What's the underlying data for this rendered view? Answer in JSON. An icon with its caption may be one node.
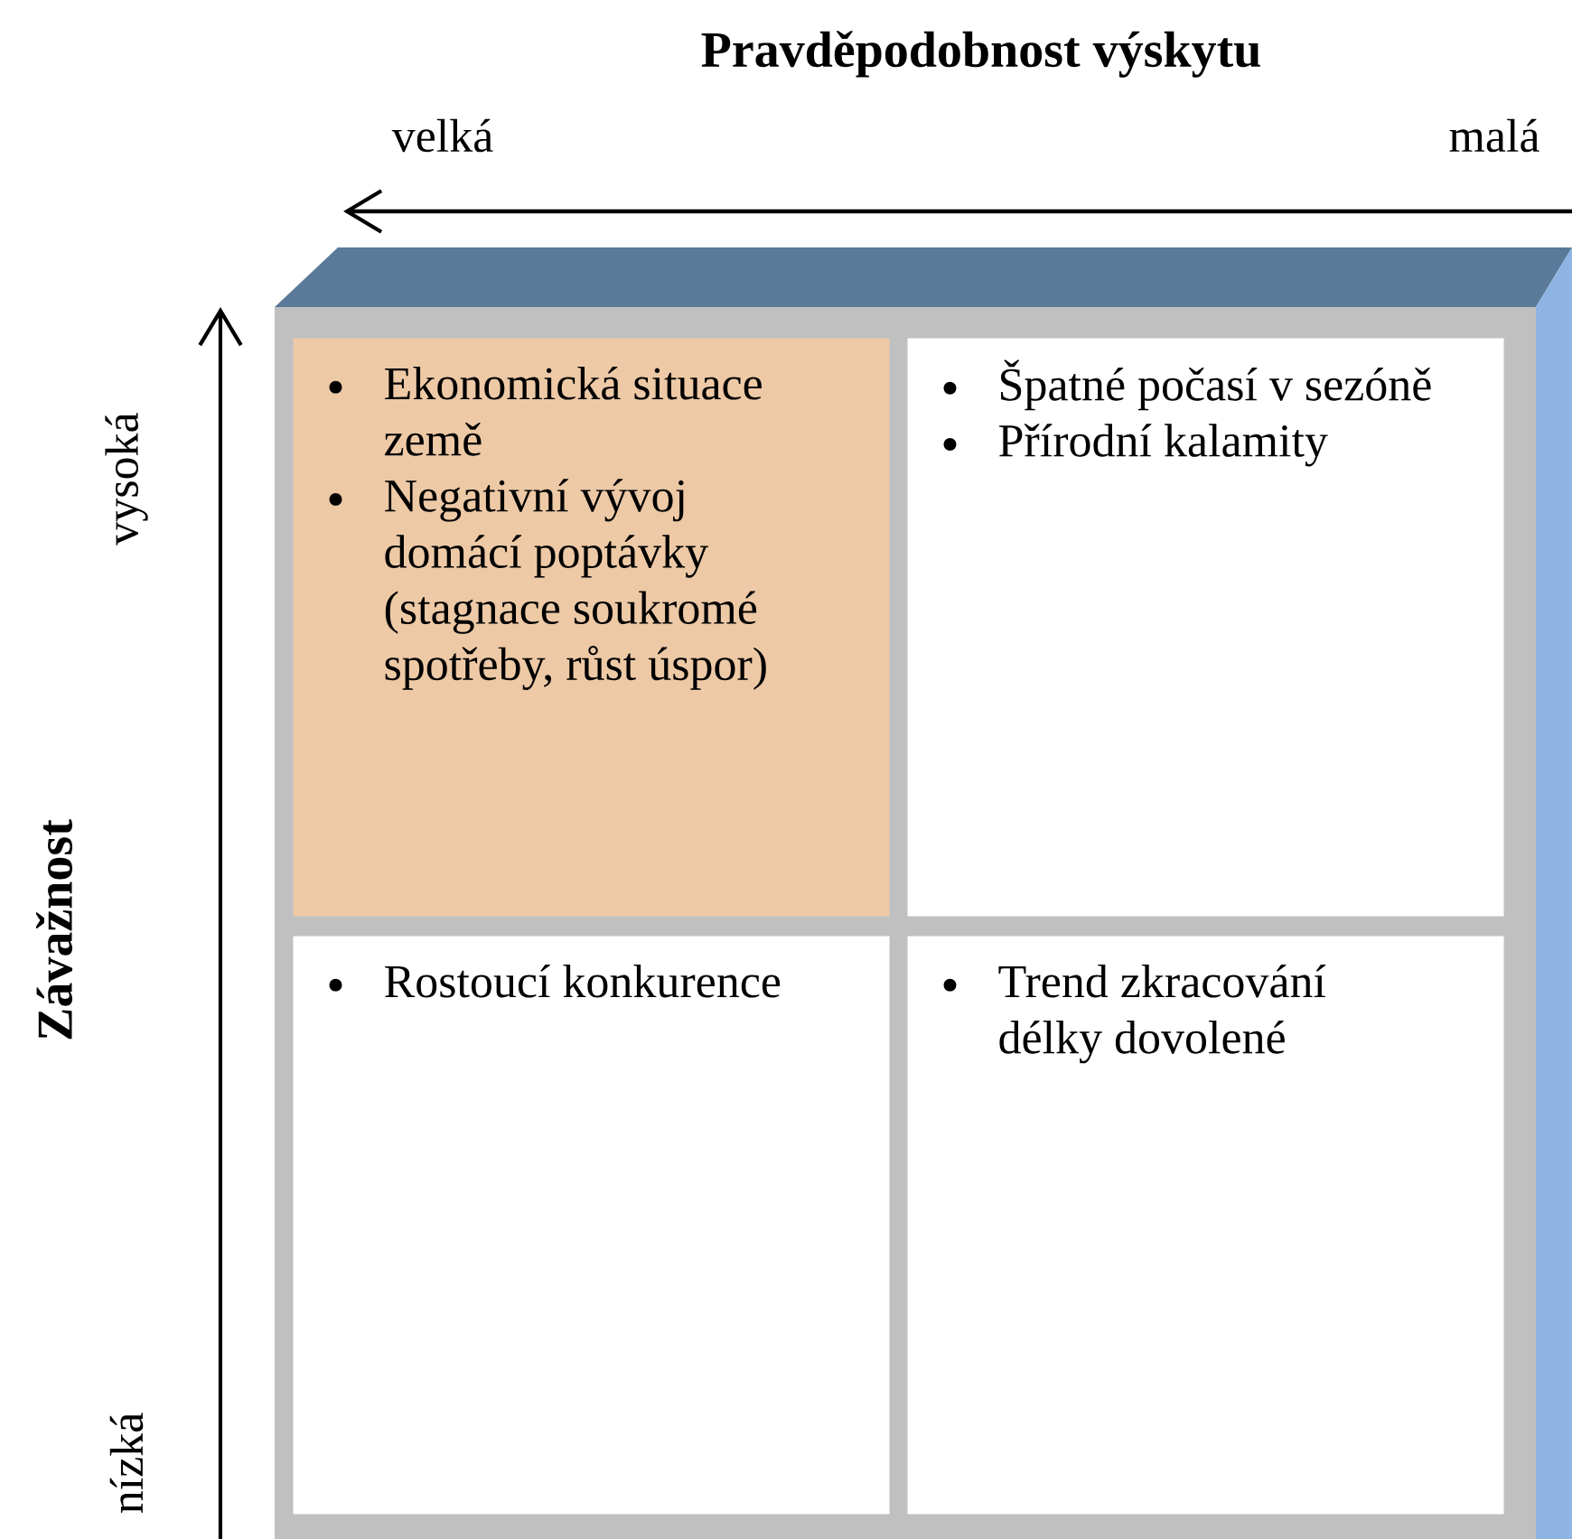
{
  "diagram": {
    "title": "Pravděpodobnost výskytu",
    "nodes": [
      {
        "text": [
          "Ekonomická situace země",
          "Negativní vývoj domácí poptávky (stagnace soukromé spotřeby, růst úspor)"
        ]
      },
      {
        "text": [
          "Špatné počasí v sezóně",
          "Přírodní kalamity"
        ]
      },
      {
        "text": [
          "Rostoucí konkurence"
        ]
      },
      {
        "text": [
          "Trend zkracování délky dovolené"
        ]
      }
    ],
    "labels": [
      "velká",
      "malá",
      "vysoká",
      "Závažnost",
      "nízká"
    ]
  }
}
